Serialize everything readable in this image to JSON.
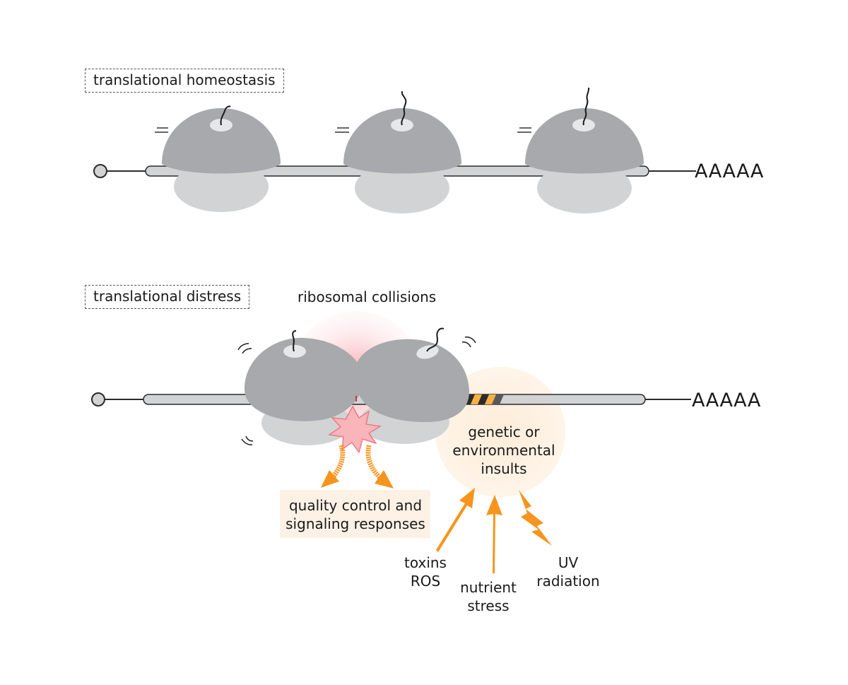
{
  "panels": {
    "top": {
      "label": "translational homeostasis",
      "poly_a": "AAAAA"
    },
    "bottom": {
      "label": "translational distress",
      "poly_a": "AAAAA"
    }
  },
  "annotations": {
    "collisions": "ribosomal collisions",
    "quality_line1": "quality control and",
    "quality_line2": "signaling responses",
    "insults_line1": "genetic or",
    "insults_line2": "environmental",
    "insults_line3": "insults",
    "toxins_line1": "toxins",
    "toxins_line2": "ROS",
    "nutrient_line1": "nutrient",
    "nutrient_line2": "stress",
    "uv_line1": "UV",
    "uv_line2": "radiation"
  },
  "colors": {
    "ribosome_large": "#a7a9ac",
    "ribosome_small": "#d1d3d4",
    "mrna": "#d1d3d4",
    "arrow": "#f7941d",
    "collision_glow": "#f9c7c9",
    "insult_glow": "#fde9d2",
    "lesion_yellow": "#fbb040"
  }
}
